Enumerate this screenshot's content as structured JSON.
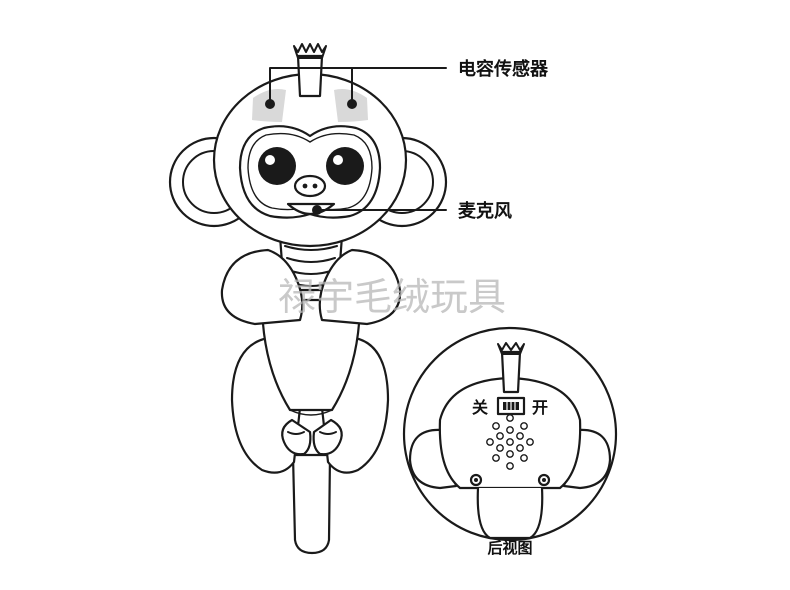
{
  "labels": {
    "capacitive_sensor": "电容传感器",
    "microphone": "麦克风",
    "switch_off": "关",
    "switch_on": "开",
    "rear_view": "后视图"
  },
  "watermark": "禄宇毛绒玩具",
  "colors": {
    "line": "#1a1a1a",
    "sensor_patch": "#d9d9d9",
    "watermark": "#b8b8b8"
  }
}
